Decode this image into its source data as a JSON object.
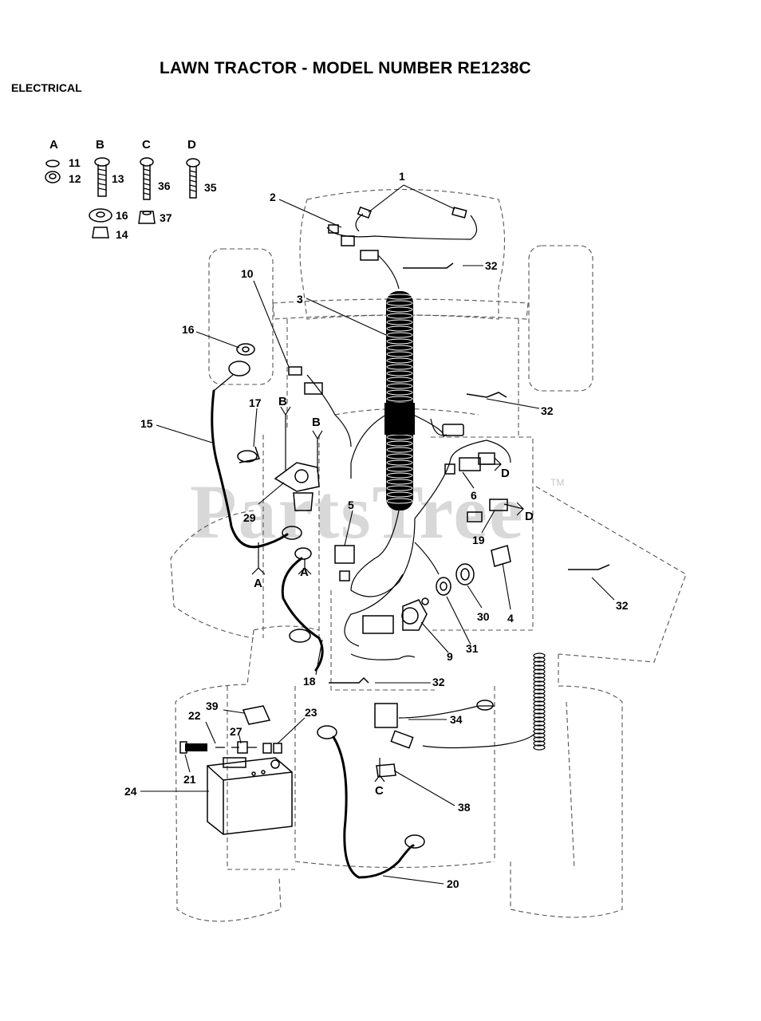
{
  "header": {
    "title": "LAWN TRACTOR - MODEL NUMBER RE1238C",
    "section": "ELECTRICAL"
  },
  "watermark": {
    "text": "PartsTree",
    "tm": "TM"
  },
  "hardware_keys": [
    {
      "letter": "A",
      "parts": [
        "11",
        "12"
      ]
    },
    {
      "letter": "B",
      "parts": [
        "13",
        "16",
        "14"
      ]
    },
    {
      "letter": "C",
      "parts": [
        "36",
        "37"
      ]
    },
    {
      "letter": "D",
      "parts": [
        "35"
      ]
    }
  ],
  "callouts": [
    "1",
    "2",
    "3",
    "4",
    "5",
    "6",
    "9",
    "10",
    "15",
    "16",
    "17",
    "18",
    "19",
    "20",
    "21",
    "22",
    "23",
    "24",
    "27",
    "29",
    "30",
    "31",
    "32",
    "34",
    "38",
    "39"
  ],
  "ref_letters": [
    "A",
    "B",
    "C",
    "D"
  ]
}
